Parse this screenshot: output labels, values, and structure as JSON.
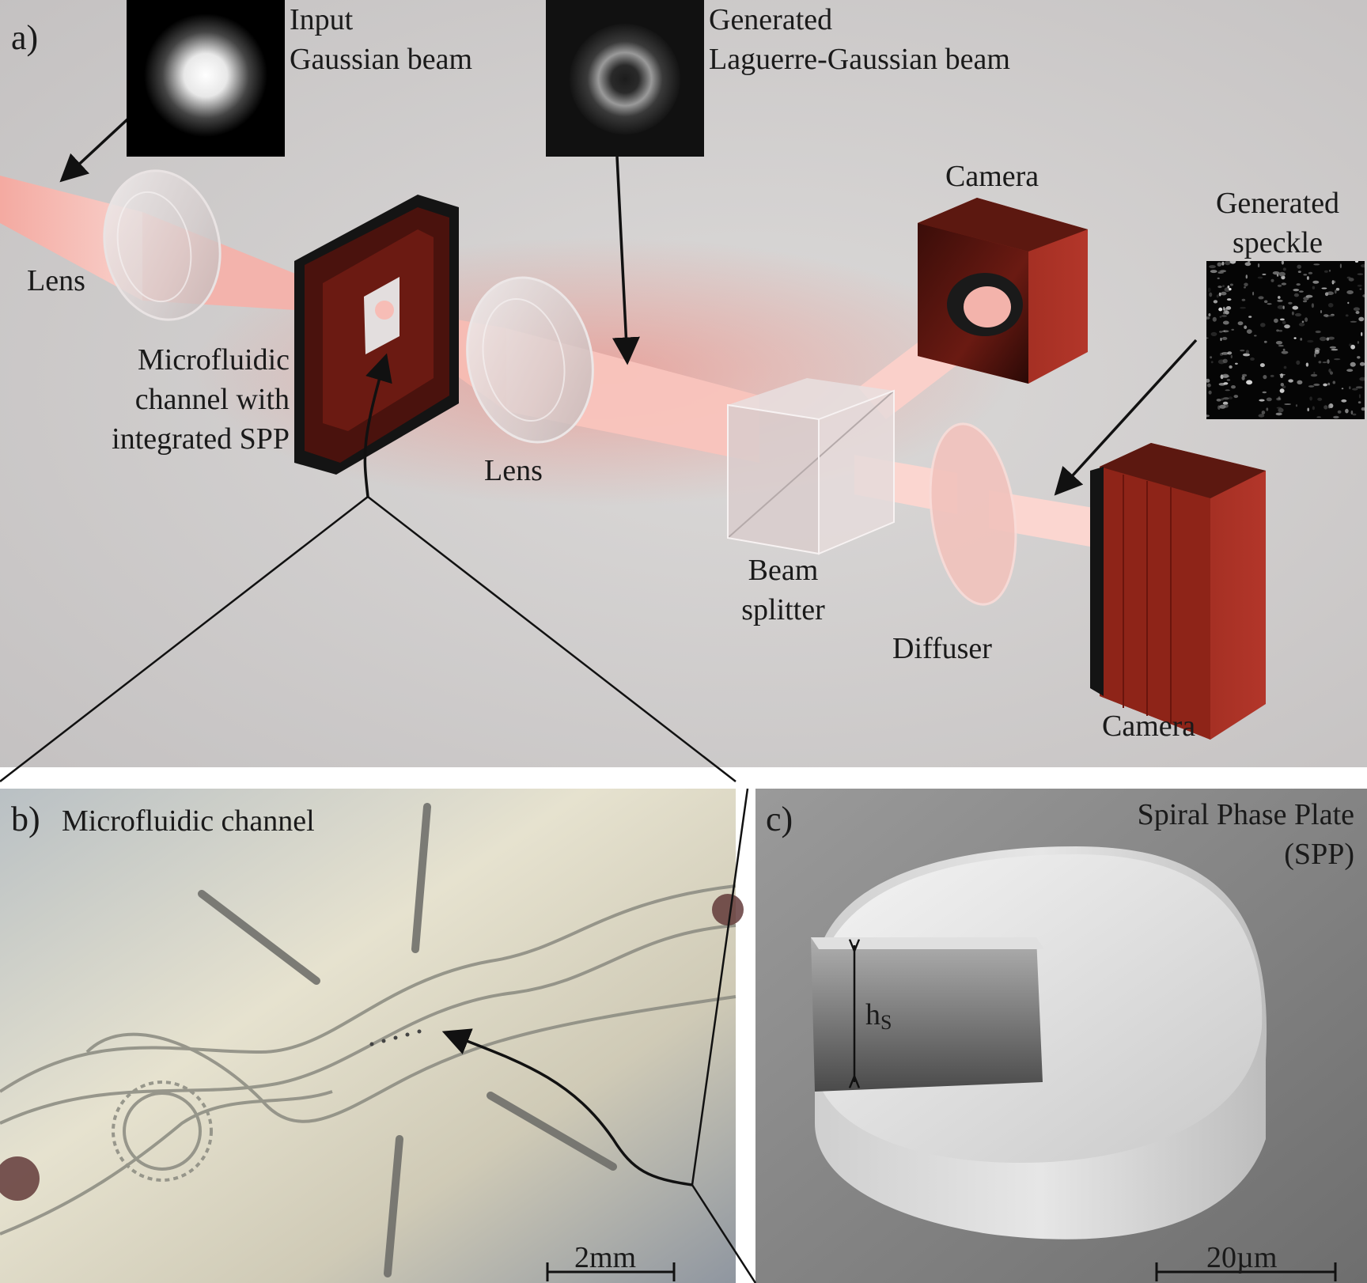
{
  "panel_a": {
    "tag": "a)",
    "input_label": [
      "Input",
      "Gaussian beam"
    ],
    "generated_lg_label": [
      "Generated",
      "Laguerre-Gaussian beam"
    ],
    "camera_top": "Camera",
    "speckle_label": [
      "Generated",
      "speckle"
    ],
    "lens_left": "Lens",
    "lens_mid": "Lens",
    "channel_label": [
      "Microfluidic",
      "channel with",
      "integrated SPP"
    ],
    "beam_splitter": [
      "Beam",
      "splitter"
    ],
    "diffuser": "Diffuser",
    "camera_bottom": "Camera"
  },
  "panel_b": {
    "tag": "b)",
    "title": "Microfluidic channel",
    "scalebar": "2mm"
  },
  "panel_c": {
    "tag": "c)",
    "title": [
      "Spiral Phase Plate",
      "(SPP)"
    ],
    "step_label_main": "h",
    "step_label_sub": "S",
    "scalebar": "20µm"
  },
  "colors": {
    "beam": "#f4a79f",
    "camera_body": "#9b2a1e",
    "background_a": "#cfcccc"
  }
}
